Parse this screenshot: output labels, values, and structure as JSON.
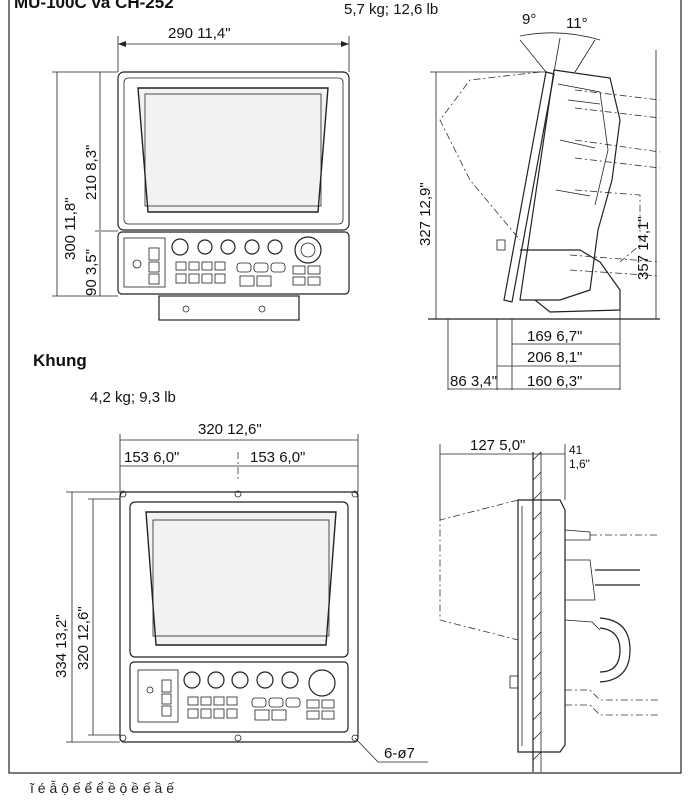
{
  "top": {
    "title": "MU-100C và CH-252",
    "weight": "5,7 kg; 12,6 lb",
    "width_dim": "290  11,4\"",
    "dim_total_h": "300  11,8\"",
    "dim_screen_h": "210  8,3\"",
    "dim_panel_h": "90  3,5\"",
    "angle_a": "9°",
    "angle_b": "11°",
    "dim_side_h1": "327  12,9\"",
    "dim_side_h2": "357  14,1\"",
    "dim_d1": "169  6,7\"",
    "dim_d2": "206  8,1\"",
    "dim_d3": "86  3,4\"",
    "dim_d4": "160  6,3\""
  },
  "bottom": {
    "title": "Khung",
    "weight": "4,2 kg; 9,3 lb",
    "width_total": "320  12,6\"",
    "width_left": "153  6,0\"",
    "width_right": "153  6,0\"",
    "height_outer": "334  13,2\"",
    "height_inner": "320  12,6\"",
    "holes": "6-ø7",
    "depth_front": "127  5,0\"",
    "depth_back_mm": "41",
    "depth_back_in": "1,6\""
  },
  "footer_text": "ĩ  é  ẫ    ộ  ế   ể   ể  ề   ộ   ề  ế   ầ  ế"
}
